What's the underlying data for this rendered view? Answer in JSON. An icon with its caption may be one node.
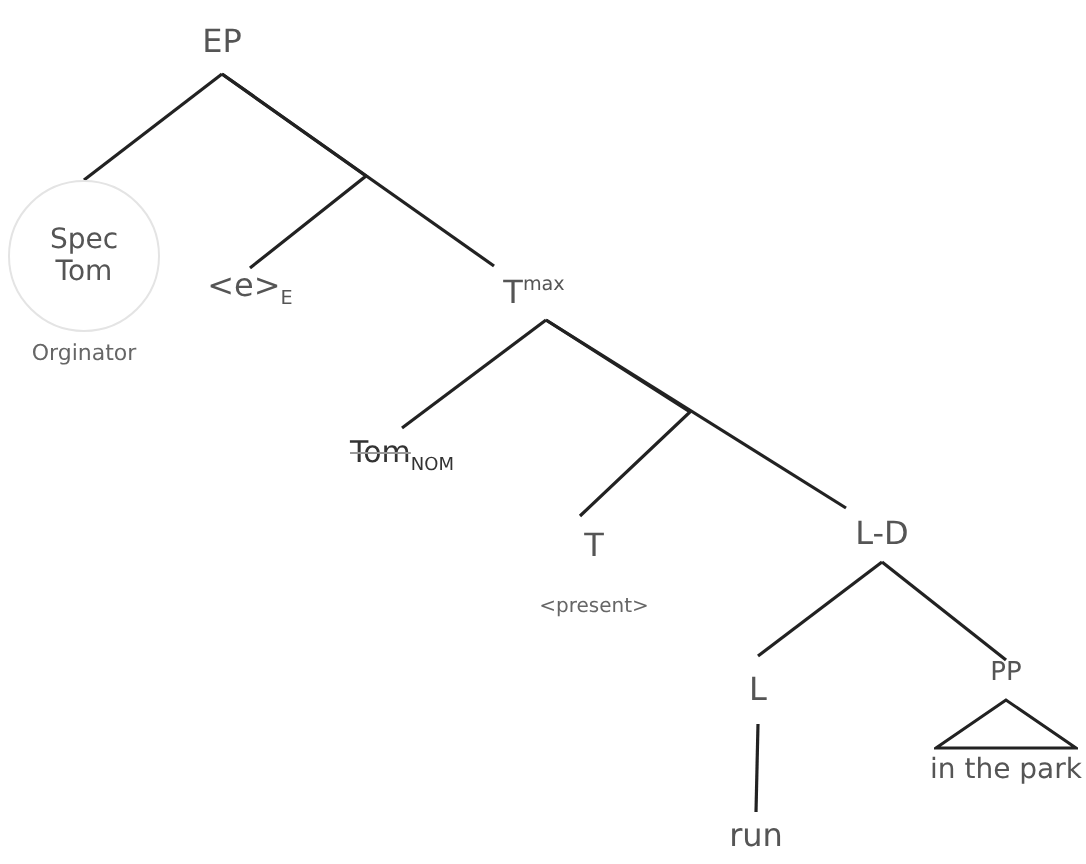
{
  "diagram": {
    "nodes": [
      {
        "text": [
          "EP"
        ]
      },
      {
        "text": [
          "Spec",
          "Tom"
        ],
        "beside": [
          "Orginator"
        ]
      },
      {
        "text": [
          "<e>$_{E}$"
        ]
      },
      {
        "text": [
          "T$^{max}$"
        ]
      },
      {
        "text": [
          "Tom$_{NOM}$"
        ]
      },
      {
        "text": [
          "T"
        ],
        "beside": [
          "<present>"
        ]
      },
      {
        "text": [
          "L-D"
        ]
      },
      {
        "text": [
          "L"
        ]
      },
      {
        "text": [
          "PP",
          "in the park"
        ]
      },
      {
        "text": [
          "run"
        ]
      }
    ],
    "edges": [
      {
        "from": 0,
        "to": 1,
        "arrow": "none"
      },
      {
        "from": 0,
        "to": 2,
        "arrow": "none"
      },
      {
        "from": 0,
        "to": 3,
        "arrow": "none"
      },
      {
        "from": 3,
        "to": 4,
        "arrow": "none"
      },
      {
        "from": 3,
        "to": 5,
        "arrow": "none"
      },
      {
        "from": 3,
        "to": 6,
        "arrow": "none"
      },
      {
        "from": 6,
        "to": 7,
        "arrow": "none"
      },
      {
        "from": 6,
        "to": 8,
        "arrow": "none"
      },
      {
        "from": 7,
        "to": 9,
        "arrow": "none"
      }
    ]
  }
}
